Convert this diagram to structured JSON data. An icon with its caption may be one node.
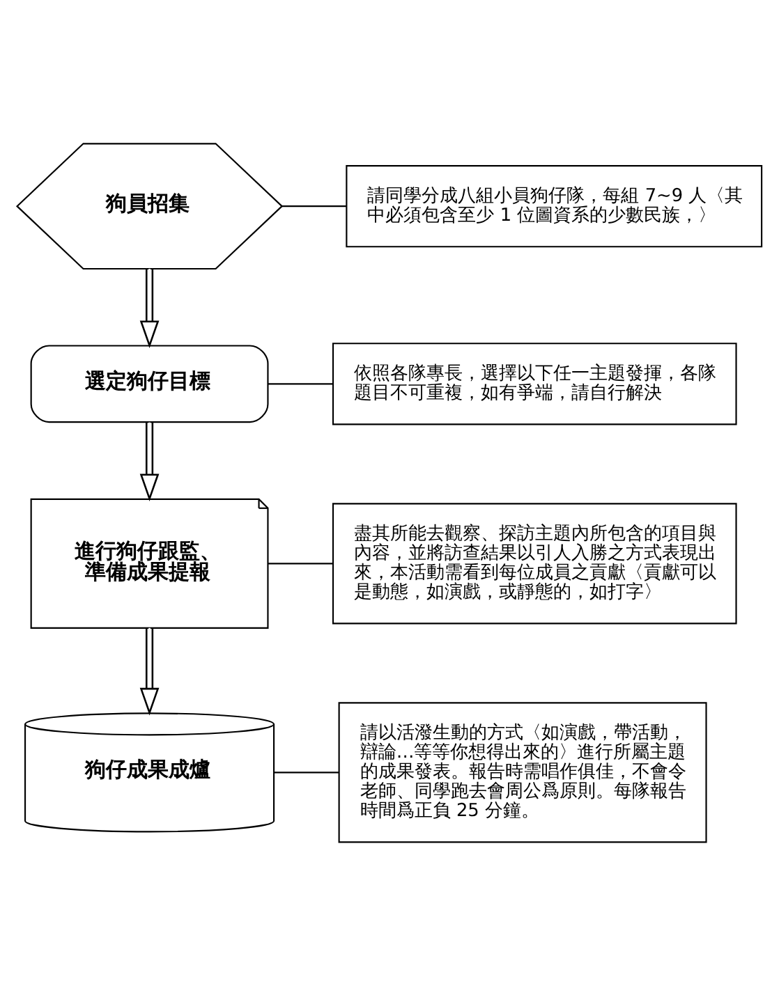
{
  "diagram": {
    "nodes": [
      {
        "text": [
          "狗員招集"
        ]
      },
      {
        "text": [
          "請同學分成八組小員狗仔隊，每組 7~9 人〈其中必須包含至少 1 位圖資系的少數民族，〉"
        ]
      },
      {
        "text": [
          "選定狗仔目標"
        ]
      },
      {
        "text": [
          "依照各隊專長，選擇以下任一主題發揮，各隊題目不可重複，如有爭端，請自行解決"
        ]
      },
      {
        "text": [
          "進行狗仔跟監、準備成果提報"
        ]
      },
      {
        "text": [
          "盡其所能去觀察、探訪主題內所包含的項目與內容，並將訪查結果以引人入勝之方式表現出來，本活動需看到每位成員之貢獻〈貢獻可以是動態，如演戲，或靜態的，如打字〉"
        ]
      },
      {
        "text": [
          "狗仔成果成爐"
        ]
      },
      {
        "text": [
          "請以活潑生動的方式〈如演戲，帶活動，辯論…等等你想得出來的〉進行所屬主題的成果發表。報告時需唱作俱佳，不會令老師、同學跑去會周公爲原則。每隊報告時間爲正負 25 分鐘。"
        ]
      }
    ],
    "edges": [
      {
        "from": 0,
        "to": 1,
        "arrow": "none"
      },
      {
        "from": 0,
        "to": 2,
        "arrow": "to"
      },
      {
        "from": 2,
        "to": 3,
        "arrow": "none"
      },
      {
        "from": 2,
        "to": 4,
        "arrow": "to"
      },
      {
        "from": 4,
        "to": 5,
        "arrow": "none"
      },
      {
        "from": 4,
        "to": 6,
        "arrow": "to"
      },
      {
        "from": 6,
        "to": 7,
        "arrow": "none"
      }
    ]
  }
}
